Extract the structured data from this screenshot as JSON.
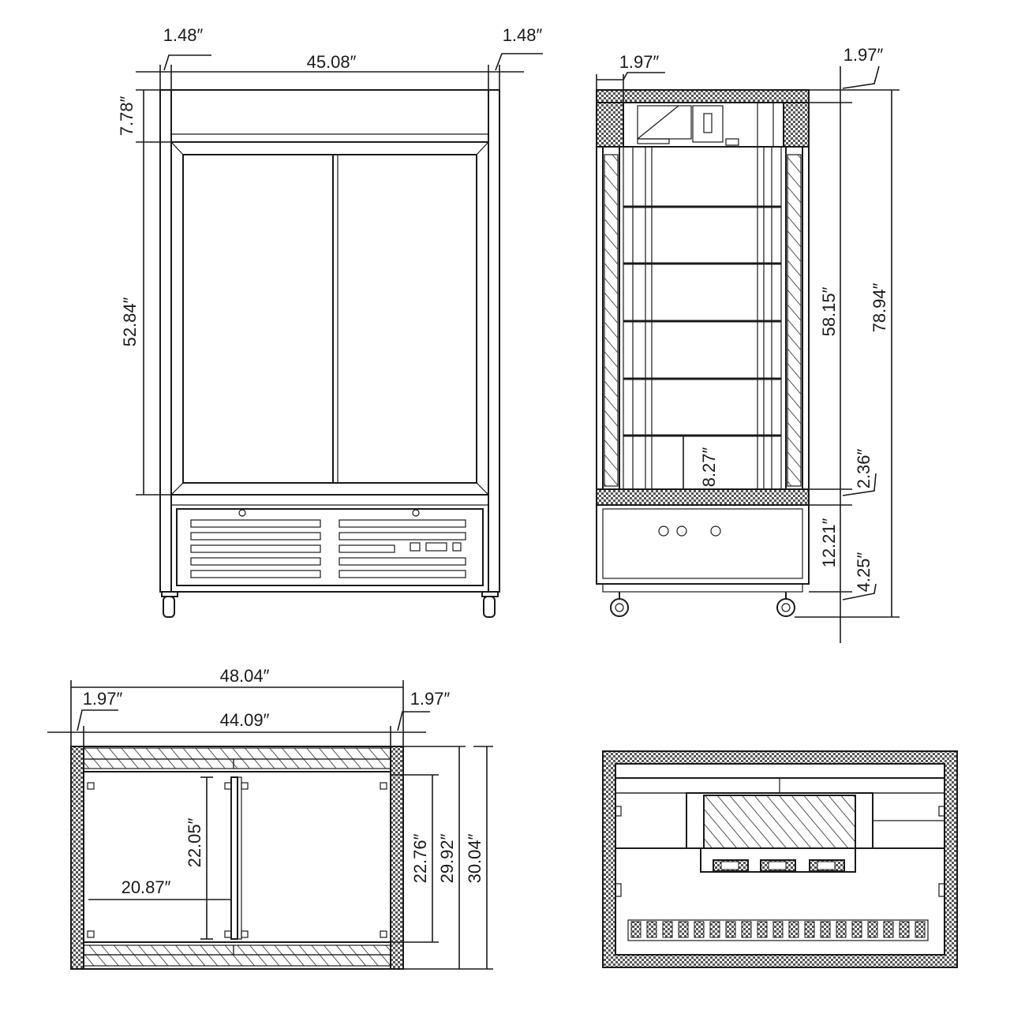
{
  "front_view": {
    "side_left": "1.48″",
    "side_right": "1.48″",
    "inner_width": "45.08″",
    "top_height": "7.78″",
    "door_height": "52.84″"
  },
  "side_view": {
    "front_offset": "1.97″",
    "top_offset": "1.97″",
    "interior_height": "58.15″",
    "overall_height": "78.94″",
    "bottom_shelf": "8.27″",
    "floor_gap": "2.36″",
    "base_height": "12.21″",
    "caster_height": "4.25″"
  },
  "plan_view": {
    "overall_width": "48.04″",
    "inner_width": "44.09″",
    "wall_left": "1.97″",
    "wall_right": "1.97″",
    "door_depth": "22.05″",
    "door_width": "20.87″",
    "shelf_depth": "22.76″",
    "inner_depth": "29.92″",
    "overall_depth": "30.04″"
  }
}
